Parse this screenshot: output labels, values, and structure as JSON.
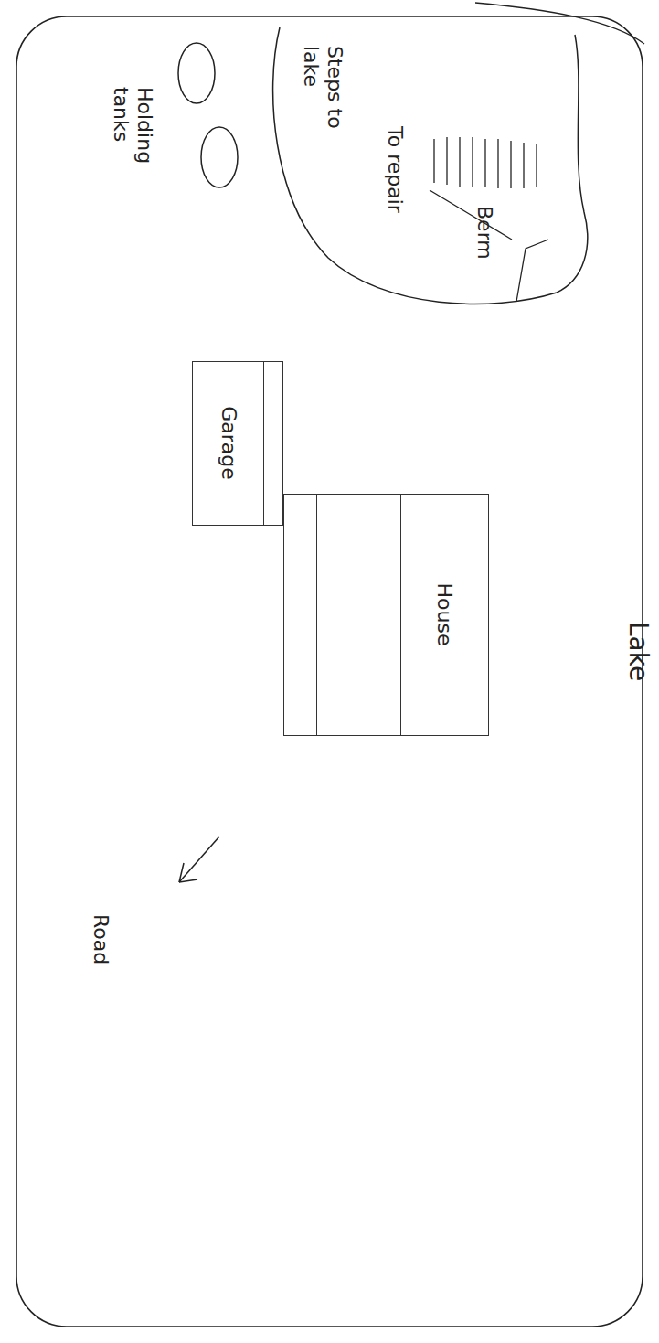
{
  "diagram": {
    "nodes": [
      {
        "text": [
          "Steps to lake",
          "Berm",
          "To repair"
        ]
      },
      {
        "text": [
          "Garage"
        ]
      },
      {
        "text": [
          "House"
        ]
      }
    ],
    "labels": [
      "Lake",
      "Holding tanks",
      "Road"
    ]
  }
}
